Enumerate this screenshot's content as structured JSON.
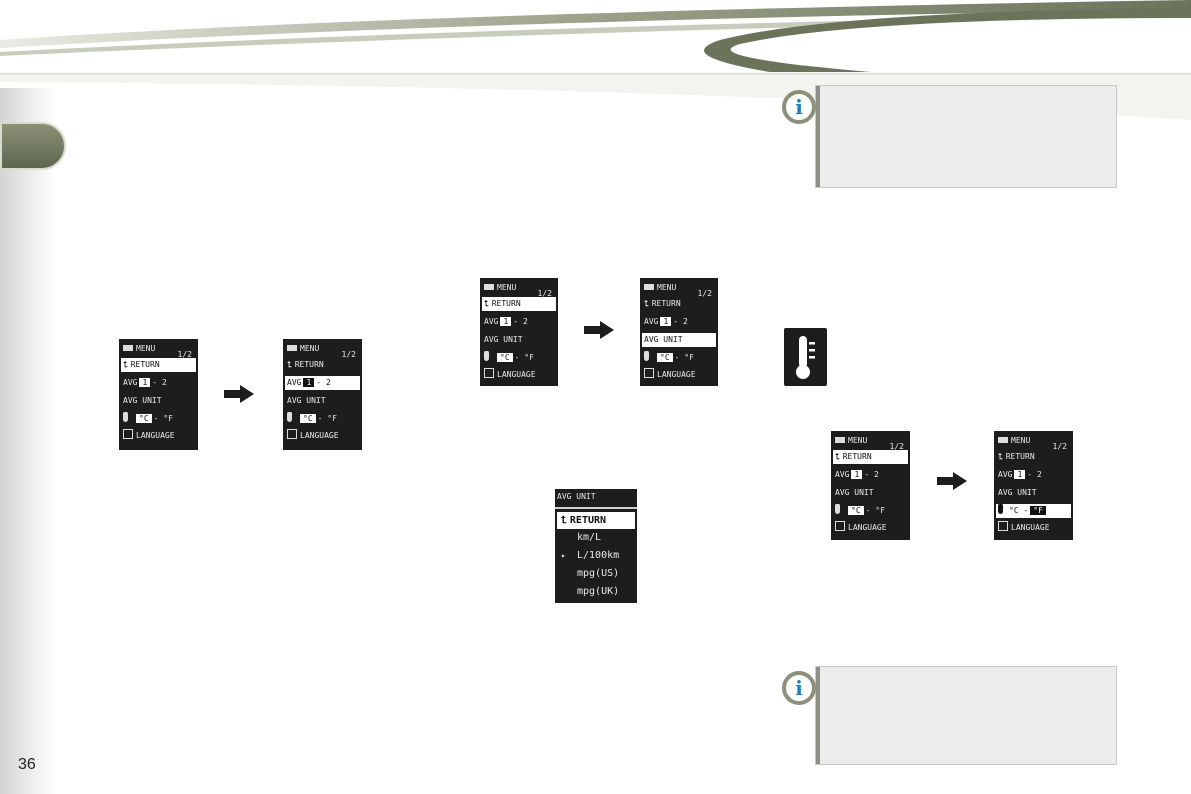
{
  "page": {
    "number": "36"
  },
  "icons": {
    "info": "info-icon",
    "arrow": "right-arrow-icon",
    "thermometer": "thermometer-icon",
    "menu": "menu-icon",
    "return": "return-arrow-icon",
    "language": "language-icon"
  },
  "colors": {
    "accent_green": "#6e7660",
    "info_blue": "#1b7fc3",
    "screen_bg": "#1d1d1d"
  },
  "info_boxes": [
    {
      "icon_letter": "i"
    },
    {
      "icon_letter": "i"
    }
  ],
  "menu": {
    "title": "MENU",
    "page": "1/2",
    "return_label": "RETURN",
    "avg_label": "AVG",
    "avg_option_1": "1",
    "avg_dash": "-",
    "avg_option_2": "2",
    "avg_unit_label": "AVG UNIT",
    "temp_c": "°C",
    "temp_dash": "-",
    "temp_f": "°F",
    "language_label": "LANGUAGE"
  },
  "unit_menu": {
    "title": "AVG UNIT",
    "items": [
      "RETURN",
      "km/L",
      "L/100km",
      "mpg(US)",
      "mpg(UK)"
    ],
    "selected_marker": "▸"
  }
}
